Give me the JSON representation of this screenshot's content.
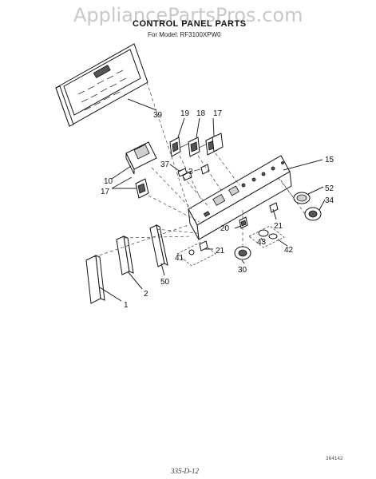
{
  "watermark": "AppliancePartsPros.com",
  "title": "CONTROL PANEL PARTS",
  "model_line": "For Model: RF3100XPW0",
  "part_labels": {
    "p39": "39",
    "p19": "19",
    "p18": "18",
    "p17a": "17",
    "p15": "15",
    "p10": "10",
    "p37": "37",
    "p3": "3",
    "p17b": "17",
    "p52": "52",
    "p34": "34",
    "p21a": "21",
    "p20": "20",
    "p43": "43",
    "p42": "42",
    "p41": "41",
    "p21b": "21",
    "p50": "50",
    "p30": "30",
    "p2": "2",
    "p1": "1"
  },
  "corner_code": "364142",
  "footer_code": "335-D-12"
}
